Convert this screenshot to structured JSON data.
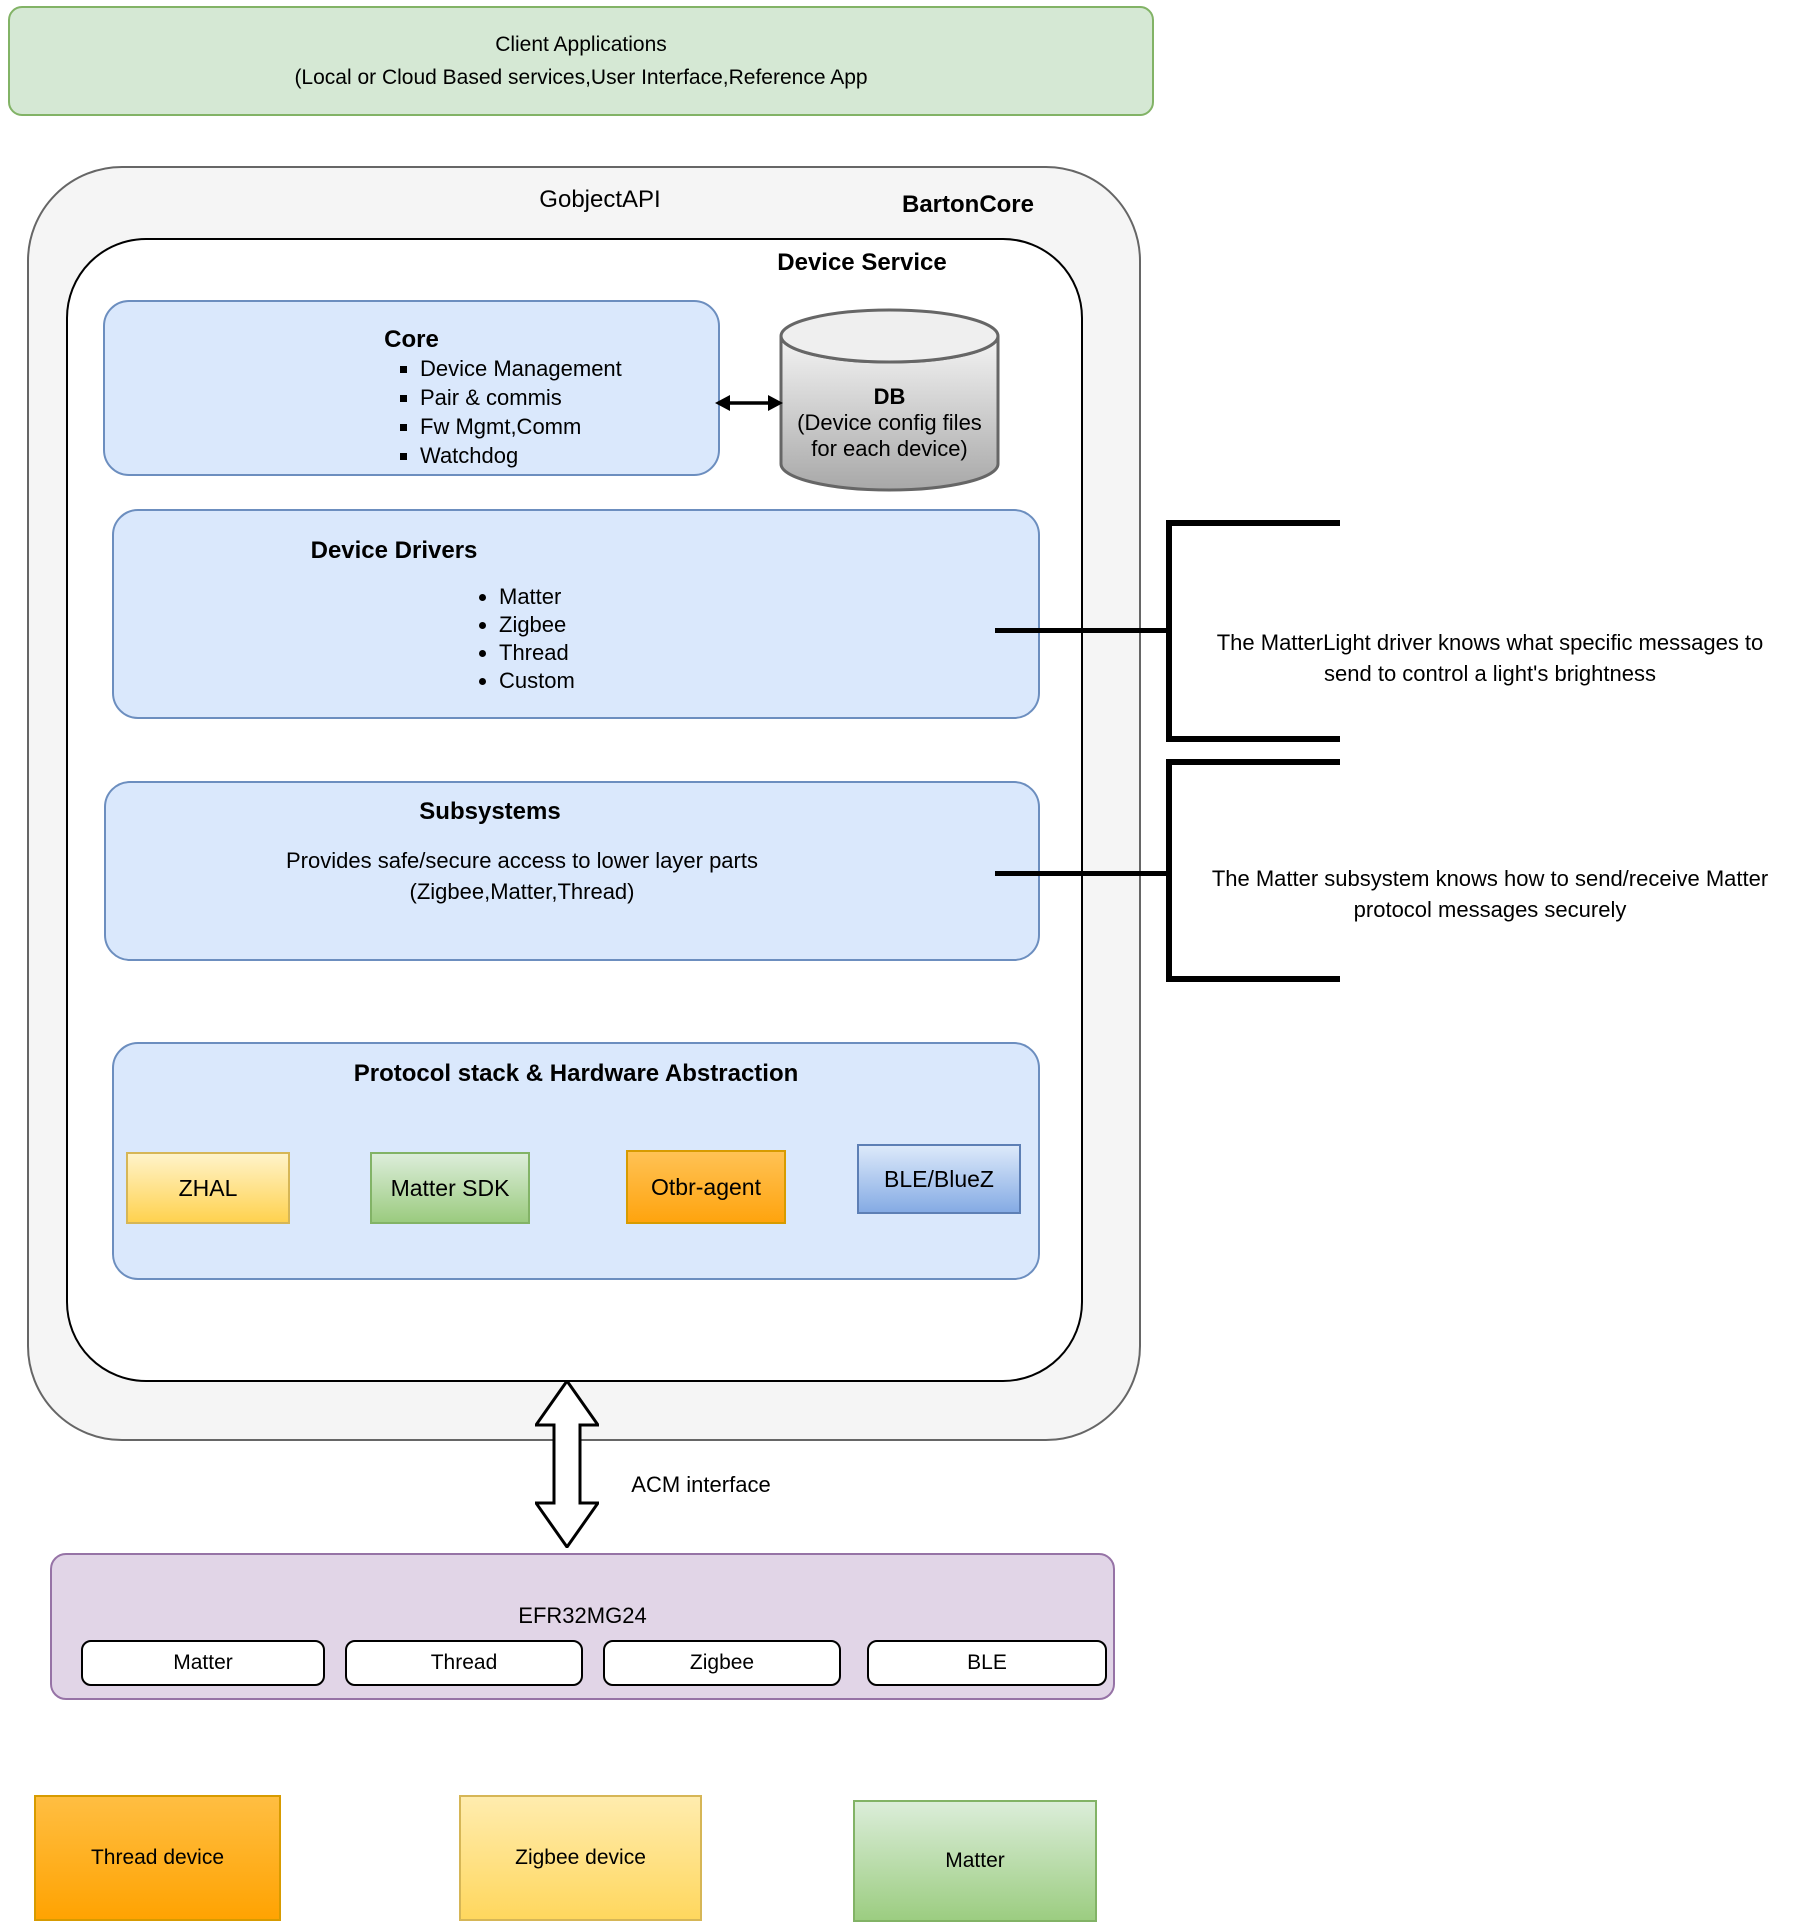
{
  "client": {
    "line1": "Client Applications",
    "line2": "(Local or Cloud Based services,User Interface,Reference App"
  },
  "outer": {
    "gobject_api": "GobjectAPI",
    "barton_core": "BartonCore"
  },
  "inner": {
    "device_service": "Device Service"
  },
  "core": {
    "title": "Core",
    "items": [
      "Device Management",
      "Pair & commis",
      "Fw Mgmt,Comm",
      "Watchdog"
    ]
  },
  "db": {
    "title": "DB",
    "line1": "(Device config files",
    "line2": "for each device)"
  },
  "drivers": {
    "title": "Device Drivers",
    "items": [
      "Matter",
      "Zigbee",
      "Thread",
      "Custom"
    ]
  },
  "subsystems": {
    "title": "Subsystems",
    "line1": "Provides safe/secure access to lower layer parts",
    "line2": "(Zigbee,Matter,Thread)"
  },
  "protocol": {
    "title": "Protocol stack & Hardware Abstraction",
    "chips": [
      "ZHAL",
      "Matter SDK",
      "Otbr-agent",
      "BLE/BlueZ"
    ]
  },
  "annotations": {
    "driver_note_line1": "The MatterLight driver knows what specific messages to",
    "driver_note_line2": "send to control a light's brightness",
    "subsystem_note_line1": "The Matter subsystem knows how to send/receive Matter",
    "subsystem_note_line2": "protocol messages securely"
  },
  "acm": {
    "label": "ACM interface"
  },
  "soc": {
    "title": "EFR32MG24",
    "chips": [
      "Matter",
      "Thread",
      "Zigbee",
      "BLE"
    ]
  },
  "devices": {
    "thread": "Thread device",
    "zigbee": "Zigbee device",
    "matter": "Matter"
  },
  "colors": {
    "client_green_fill": "#d5e8d4",
    "client_green_border": "#82b366",
    "container_gray_fill": "#f5f5f5",
    "blue_box_fill": "#dae8fc",
    "blue_box_border": "#6c8ebf",
    "yellow_fill": "#ffd24f",
    "yellow_border": "#d6b656",
    "green_fill": "#9bcb7f",
    "green_border": "#82b366",
    "orange_fill": "#ffa40e",
    "orange_border": "#d79b00",
    "blue_chip_fill": "#85abe4",
    "purple_fill": "#e1d5e7",
    "purple_border": "#9673a6",
    "cylinder_gray": "#b3b3b3"
  }
}
